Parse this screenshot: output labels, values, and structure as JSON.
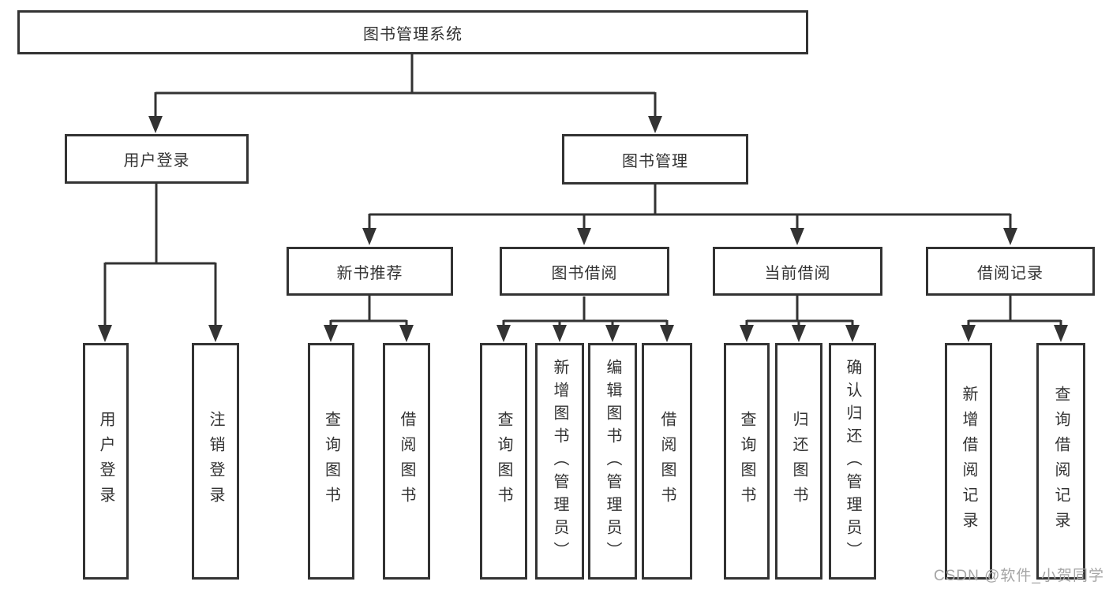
{
  "diagram": {
    "title_node": {
      "label": "图书管理系统"
    },
    "level1": [
      {
        "label": "用户登录"
      },
      {
        "label": "图书管理"
      }
    ],
    "level2": [
      {
        "label": "新书推荐",
        "parent": "图书管理"
      },
      {
        "label": "图书借阅",
        "parent": "图书管理"
      },
      {
        "label": "当前借阅",
        "parent": "图书管理"
      },
      {
        "label": "借阅记录",
        "parent": "图书管理"
      }
    ],
    "leaves": [
      {
        "label": "用户登录",
        "parent": "用户登录"
      },
      {
        "label": "注销登录",
        "parent": "用户登录"
      },
      {
        "label": "查询图书",
        "parent": "新书推荐"
      },
      {
        "label": "借阅图书",
        "parent": "新书推荐"
      },
      {
        "label": "查询图书",
        "parent": "图书借阅"
      },
      {
        "label": "新增图书（管理员）",
        "parent": "图书借阅"
      },
      {
        "label": "编辑图书（管理员）",
        "parent": "图书借阅"
      },
      {
        "label": "借阅图书",
        "parent": "图书借阅"
      },
      {
        "label": "查询图书",
        "parent": "当前借阅"
      },
      {
        "label": "归还图书",
        "parent": "当前借阅"
      },
      {
        "label": "确认归还（管理员）",
        "parent": "当前借阅"
      },
      {
        "label": "新增借阅记录",
        "parent": "借阅记录"
      },
      {
        "label": "查询借阅记录",
        "parent": "借阅记录"
      }
    ]
  },
  "watermark": {
    "text": "CSDN @软件_小贺同学"
  },
  "colors": {
    "line": "#333333",
    "text": "#333333",
    "box_background": "#ffffff",
    "background": "#ffffff",
    "watermark": "#a6a6a6"
  }
}
